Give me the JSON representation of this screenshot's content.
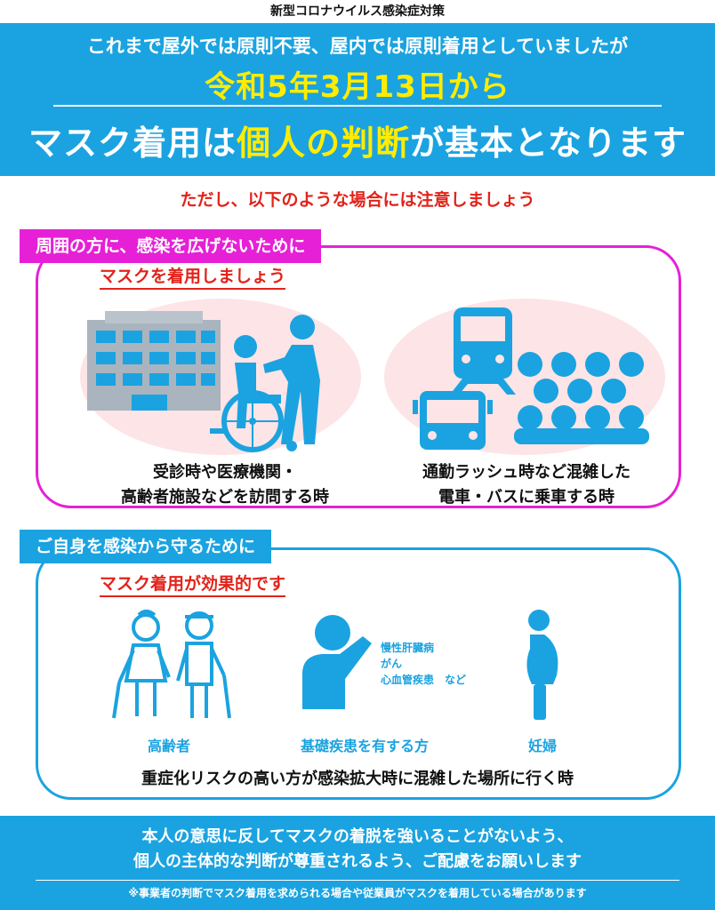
{
  "top_label": "新型コロナウイルス感染症対策",
  "header": {
    "line1": "これまで屋外では原則不要、屋内では原則着用としていましたが",
    "date": "令和5年3月13日から",
    "main_pre": "マスク着用は",
    "main_highlight": "個人の判断",
    "main_post": "が基本となります"
  },
  "caution": "ただし、以下のような場合には注意しましょう",
  "section1": {
    "tag": "周囲の方に、感染を広げないために",
    "subheading": "マスクを着用しましょう",
    "left_caption_1": "受診時や医療機関・",
    "left_caption_2": "高齢者施設などを訪問する時",
    "right_caption_1": "通勤ラッシュ時など混雑した",
    "right_caption_2": "電車・バスに乗車する時"
  },
  "section2": {
    "tag": "ご自身を感染から守るために",
    "subheading": "マスク着用が効果的です",
    "elderly_label": "高齢者",
    "condition_label": "基礎疾患を有する方",
    "conditions": [
      "慢性肝臓病",
      "がん",
      "心血管疾患　など"
    ],
    "pregnant_label": "妊婦",
    "risk_line": "重症化リスクの高い方が感染拡大時に混雑した場所に行く時"
  },
  "footer": {
    "line1": "本人の意思に反してマスクの着脱を強いることがないよう、",
    "line2": "個人の主体的な判断が尊重されるよう、ご配慮をお願いします",
    "note": "※事業者の判断でマスク着用を求められる場合や従業員がマスクを着用している場合があります"
  },
  "colors": {
    "blue": "#1aa3e0",
    "magenta": "#e620d6",
    "yellow": "#ffec00",
    "red": "#e2231a",
    "pink_bg": "#fde4e6"
  }
}
